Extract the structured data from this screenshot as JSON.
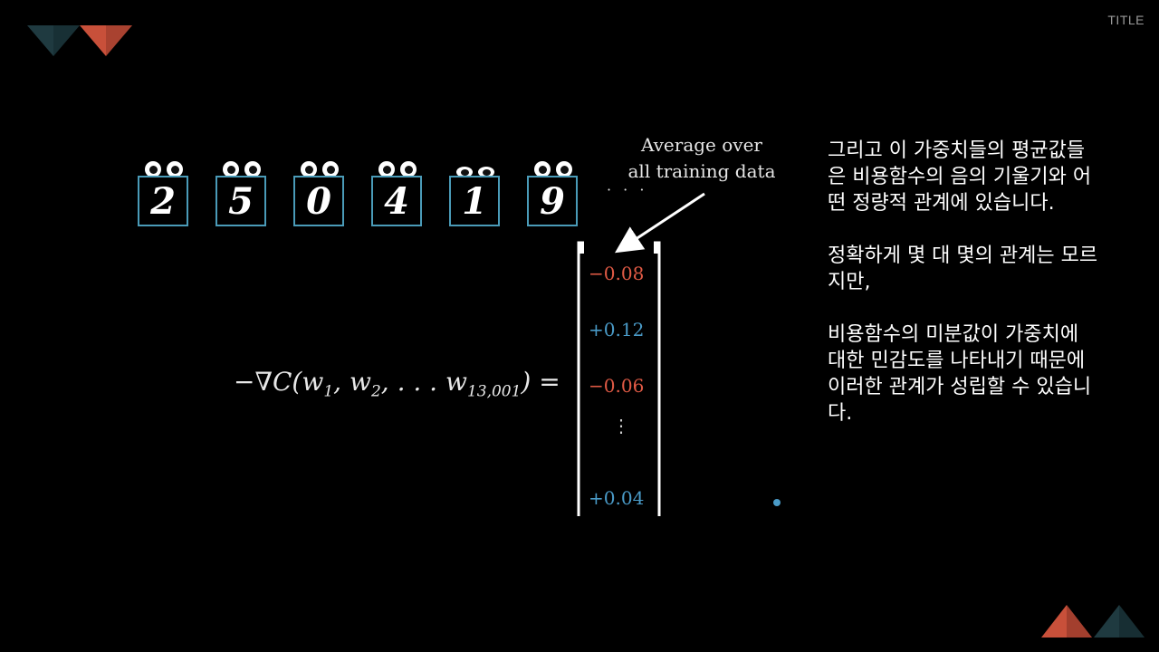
{
  "slide": {
    "title_tag": "TITLE"
  },
  "digits": [
    {
      "char": "2"
    },
    {
      "char": "5"
    },
    {
      "char": "0"
    },
    {
      "char": "4"
    },
    {
      "char": "1"
    },
    {
      "char": "9"
    }
  ],
  "digits_ellipsis": "· · ·",
  "annotation": {
    "line1": "Average over",
    "line2": "all training data"
  },
  "equation": {
    "lhs_prefix": "−∇C(w",
    "sub1": "1",
    "mid1": ", w",
    "sub2": "2",
    "mid2": ", . . . w",
    "sub3": "13,001",
    "rhs": ") ="
  },
  "gradient_vector": [
    {
      "text": "−0.08",
      "sign": "negative"
    },
    {
      "text": "+0.12",
      "sign": "positive"
    },
    {
      "text": "−0.06",
      "sign": "negative"
    },
    {
      "text": "+0.04",
      "sign": "positive"
    }
  ],
  "vector_vdots": "⋮",
  "side_text": {
    "para1": "그리고 이 가중치들의 평균값들은 비용함수의 음의 기울기와 어떤 정량적 관계에 있습니다.",
    "para2": "정확하게 몇 대 몇의 관계는 모르지만,",
    "para3": "비용함수의 미분값이 가중치에 대한 민감도를 나타내기 때문에 이러한 관계가 성립할 수 있습니다."
  },
  "colors": {
    "negative": "#e05a45",
    "positive": "#4a9bc8",
    "box_border": "#4a9bb8",
    "triangle_dark": "#1f3a40",
    "triangle_red": "#c8503a"
  }
}
